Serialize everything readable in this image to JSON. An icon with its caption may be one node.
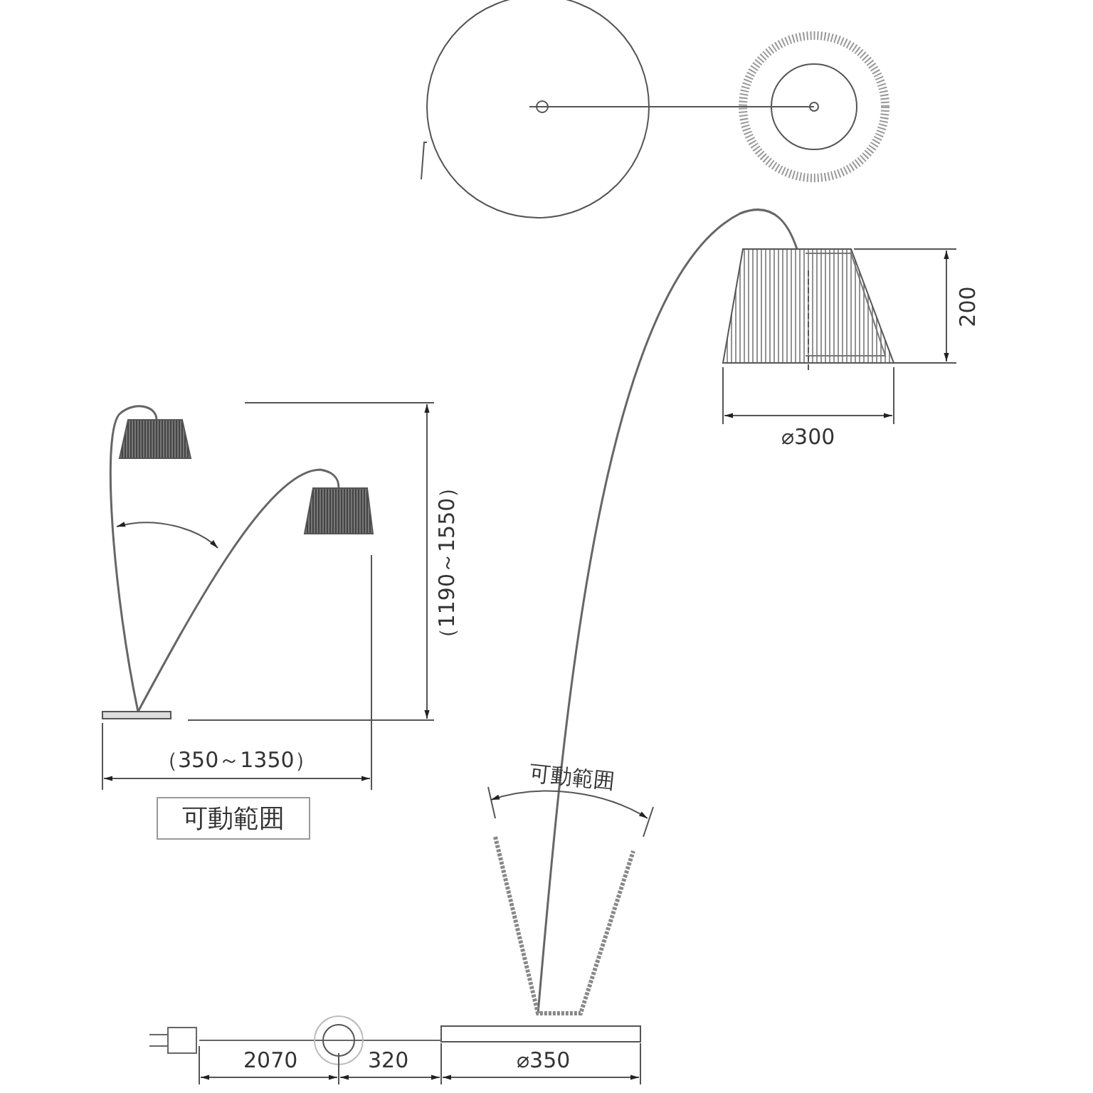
{
  "diagram": {
    "nodes": [
      {
        "text": [
          "可動範囲"
        ]
      }
    ],
    "labels": [
      "200",
      "⌀300",
      "（1190～1550）",
      "（350～1350）",
      "可動範囲",
      "2070",
      "320",
      "⌀350"
    ]
  }
}
